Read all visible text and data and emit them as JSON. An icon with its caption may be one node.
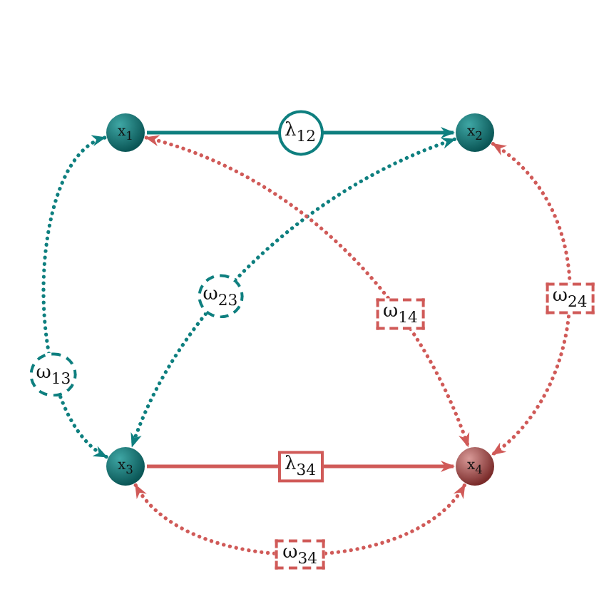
{
  "diagram": {
    "nodes": [
      {
        "text": [
          "x$_{1}$"
        ]
      },
      {
        "text": [
          "x$_{2}$"
        ]
      },
      {
        "text": [
          "x$_{3}$"
        ]
      },
      {
        "text": [
          "x$_{4}$"
        ]
      }
    ],
    "edges": [
      {
        "from": 0,
        "to": 1,
        "arrow": "to",
        "label": "λ$_{12}$",
        "color": "#0e7f7f"
      },
      {
        "from": 0,
        "to": 2,
        "arrow": "both",
        "label": "ω$_{13}$",
        "style": "dashed",
        "color": "#0e7f7f"
      },
      {
        "from": 1,
        "to": 2,
        "arrow": "both",
        "label": "ω$_{23}$",
        "style": "dashed",
        "color": "#0e7f7f"
      },
      {
        "from": 0,
        "to": 3,
        "arrow": "both",
        "label": "ω$_{14}$",
        "style": "dashed"
      },
      {
        "from": 1,
        "to": 3,
        "arrow": "both",
        "label": "ω$_{24}$",
        "style": "dashed"
      },
      {
        "from": 2,
        "to": 3,
        "arrow": "to",
        "label": "λ$_{34}$"
      },
      {
        "from": 2,
        "to": 3,
        "arrow": "both",
        "label": "ω$_{34}$",
        "style": "dashed"
      }
    ]
  }
}
